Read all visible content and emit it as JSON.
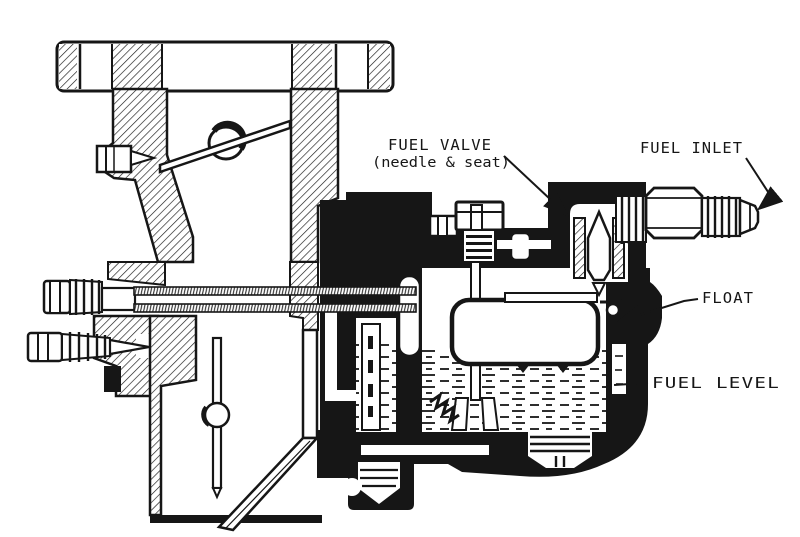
{
  "diagram": {
    "type": "technical-cutaway-illustration",
    "subject": "carburetor float system cross-section",
    "labels": {
      "fuel_valve_title": "FUEL VALVE",
      "fuel_valve_sub": "(needle & seat)",
      "fuel_inlet": "FUEL INLET",
      "float": "FLOAT",
      "fuel_level": "FUEL LEVEL"
    },
    "colors": {
      "ink": "#161616",
      "paper": "#ffffff"
    }
  }
}
